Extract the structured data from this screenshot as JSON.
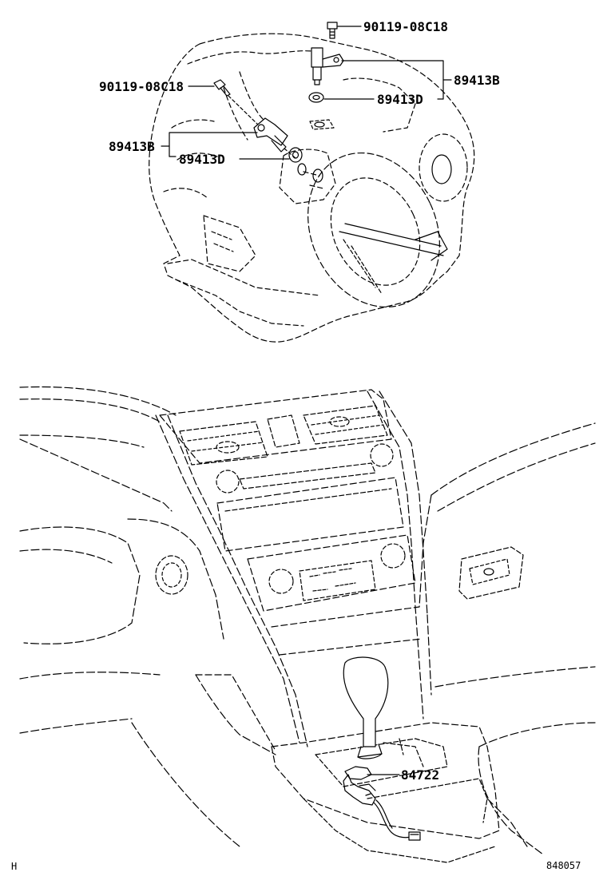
{
  "labels": {
    "bolt_top": "90119-08C18",
    "bolt_left": "90119-08C18",
    "sensor_right": "89413B",
    "oring_right": "89413D",
    "sensor_left": "89413B",
    "oring_left": "89413D",
    "switch_shift": "84722",
    "corner_code": "H",
    "drawing_number": "848057"
  }
}
